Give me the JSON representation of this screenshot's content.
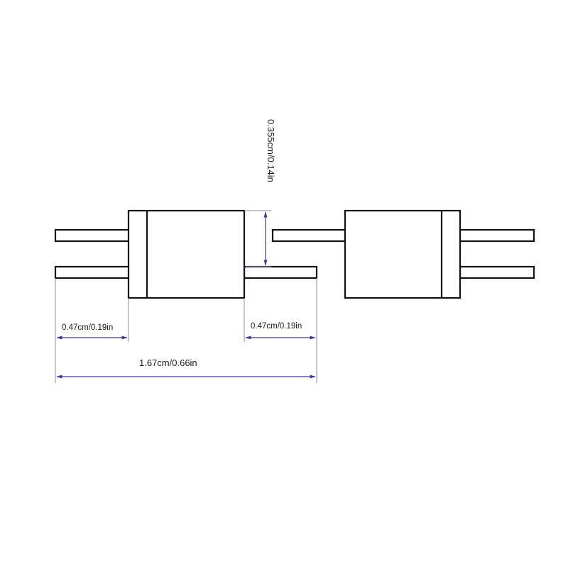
{
  "diagram": {
    "colors": {
      "outline": "#111111",
      "dimension_line": "#3a3aa0",
      "background": "#ffffff"
    },
    "dimensions": {
      "height_label": "0.355cm/0.14in",
      "left_pin_label": "0.47cm/0.19in",
      "right_pin_label": "0.47cm/0.19in",
      "total_length_label": "1.67cm/0.66in"
    }
  }
}
